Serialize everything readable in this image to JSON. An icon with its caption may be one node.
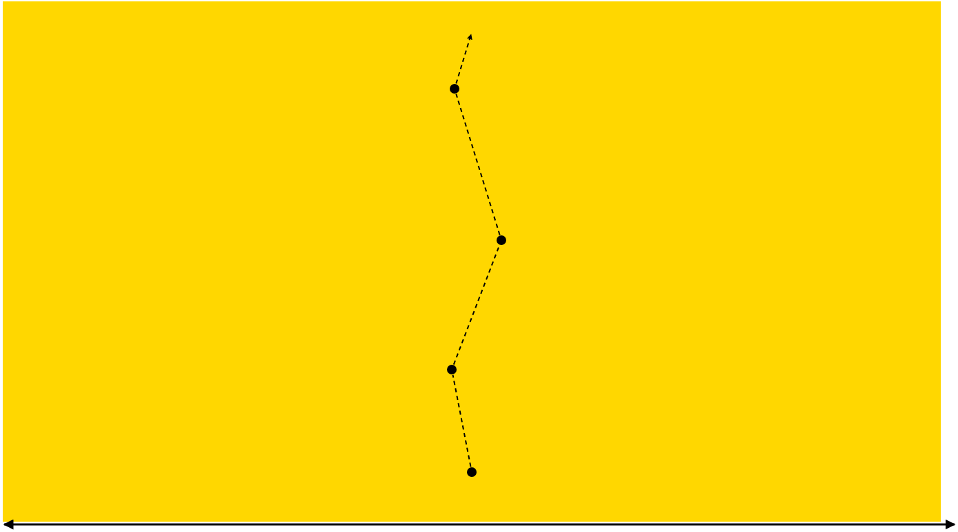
{
  "diagram": {
    "nodes": [
      {
        "text": [],
        "shape": "circle"
      },
      {
        "text": [],
        "shape": "circle"
      },
      {
        "text": [],
        "shape": "circle"
      },
      {
        "text": [],
        "shape": "circle"
      }
    ],
    "edges": [
      {
        "from": 3,
        "to": 2,
        "arrow": "none",
        "style": "dashed"
      },
      {
        "from": 2,
        "to": 1,
        "arrow": "none",
        "style": "dashed"
      },
      {
        "from": 1,
        "to": 0,
        "arrow": "none",
        "style": "dashed"
      },
      {
        "from": 0,
        "to": null,
        "arrow": "to",
        "style": "dashed"
      }
    ]
  }
}
